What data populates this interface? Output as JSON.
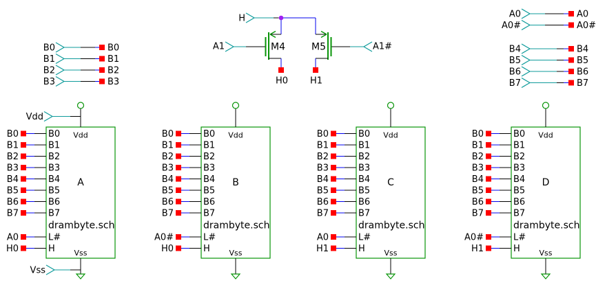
{
  "colors": {
    "background": "#ffffff",
    "wire": "#0000ee",
    "pin": "#0f9b9b",
    "symbol": "#079407",
    "pin_box": "#ff0000",
    "junction": "#a020f0",
    "text": "#000000",
    "black_wire": "#000000"
  },
  "top_left": {
    "rows": [
      {
        "pin": "B0",
        "net": "B0"
      },
      {
        "pin": "B1",
        "net": "B1"
      },
      {
        "pin": "B2",
        "net": "B2"
      },
      {
        "pin": "B3",
        "net": "B3"
      }
    ]
  },
  "top_right_addr": {
    "rows": [
      {
        "pin": "A0",
        "net": "A0"
      },
      {
        "pin": "A0#",
        "net": "A0#"
      }
    ]
  },
  "top_right_bus": {
    "rows": [
      {
        "pin": "B4",
        "net": "B4"
      },
      {
        "pin": "B5",
        "net": "B5"
      },
      {
        "pin": "B6",
        "net": "B6"
      },
      {
        "pin": "B7",
        "net": "B7"
      }
    ]
  },
  "mux": {
    "h_pin": "H",
    "left": {
      "name": "M4",
      "gate": "A1",
      "out": "H0"
    },
    "right": {
      "name": "M5",
      "gate": "A1#",
      "out": "H1"
    }
  },
  "drambyte": {
    "title": "drambyte.sch",
    "ports": [
      "B0",
      "B1",
      "B2",
      "B3",
      "B4",
      "B5",
      "B6",
      "B7"
    ],
    "port_l": "L#",
    "port_h": "H",
    "vdd": "Vdd",
    "vss": "Vss",
    "supply_pins": {
      "vdd": "Vdd",
      "vss": "Vss"
    },
    "instances": [
      {
        "name": "A",
        "l": "A0",
        "h": "H0"
      },
      {
        "name": "B",
        "l": "A0#",
        "h": "H0"
      },
      {
        "name": "C",
        "l": "A0",
        "h": "H1"
      },
      {
        "name": "D",
        "l": "A0#",
        "h": "H1"
      }
    ]
  }
}
